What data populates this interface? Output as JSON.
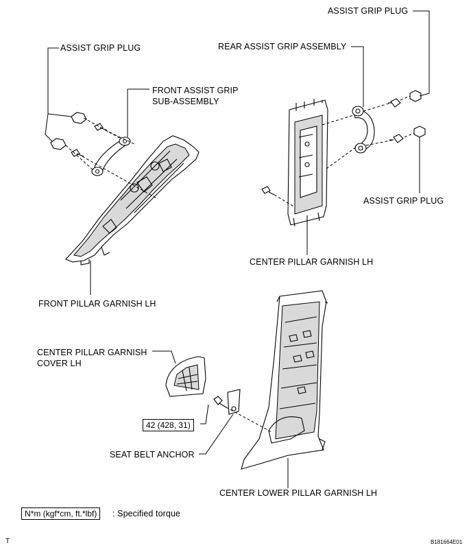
{
  "labels": {
    "assist_grip_plug_left": "ASSIST GRIP PLUG",
    "front_assist_grip_sub_assembly": "FRONT ASSIST GRIP\nSUB-ASSEMBLY",
    "front_pillar_garnish_lh": "FRONT PILLAR GARNISH LH",
    "assist_grip_plug_top": "ASSIST GRIP PLUG",
    "rear_assist_grip_assembly": "REAR ASSIST GRIP ASSEMBLY",
    "assist_grip_plug_right": "ASSIST GRIP PLUG",
    "center_pillar_garnish_lh": "CENTER PILLAR GARNISH LH",
    "center_pillar_garnish_cover_lh": "CENTER PILLAR GARNISH\nCOVER LH",
    "seat_belt_anchor": "SEAT BELT ANCHOR",
    "center_lower_pillar_garnish_lh": "CENTER LOWER PILLAR GARNISH LH"
  },
  "torque": {
    "value": "42 (428, 31)",
    "legend_unit": "N*m (kgf*cm, ft.*lbf)",
    "legend_text": ": Specified torque"
  },
  "footer": {
    "corner_mark": "T",
    "figure_code": "B181664E01"
  }
}
